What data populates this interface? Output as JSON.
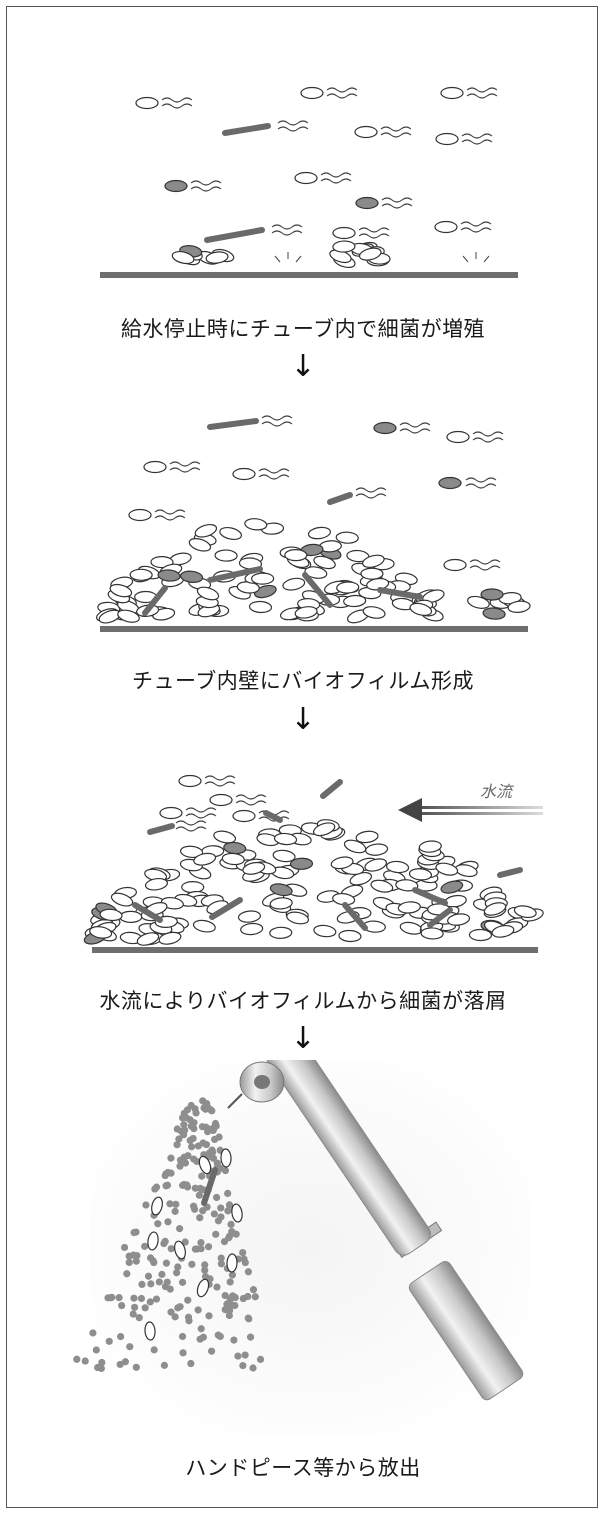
{
  "steps": [
    {
      "caption": "給水停止時にチューブ内で細菌が増殖"
    },
    {
      "caption": "チューブ内壁にバイオフィルム形成"
    },
    {
      "caption": "水流によりバイオフィルムから細菌が落屑"
    },
    {
      "caption": "ハンドピース等から放出"
    }
  ],
  "arrows": [
    "↓",
    "↓",
    "↓"
  ],
  "water_flow_label": "水流",
  "colors": {
    "frame": "#555555",
    "bacteria_fill": "#ffffff",
    "bacteria_stroke": "#333333",
    "rod_dark": "#666666",
    "wall": "#6e6e6e"
  }
}
